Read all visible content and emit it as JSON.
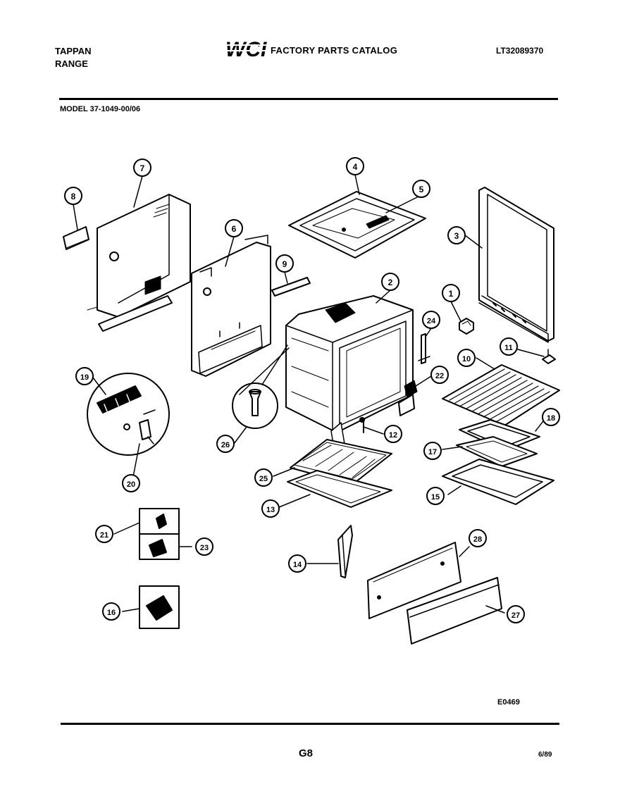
{
  "header": {
    "brand_line1": "TAPPAN",
    "brand_line2": "RANGE",
    "logo_text": "WCI",
    "catalog_title": "FACTORY PARTS CATALOG",
    "catalog_number": "LT32089370"
  },
  "model": "MODEL 37-1049-00/06",
  "diagram": {
    "code": "E0469",
    "callouts": [
      {
        "id": "c1",
        "label": "1"
      },
      {
        "id": "c2",
        "label": "2"
      },
      {
        "id": "c3",
        "label": "3"
      },
      {
        "id": "c4",
        "label": "4"
      },
      {
        "id": "c5",
        "label": "5"
      },
      {
        "id": "c6",
        "label": "6"
      },
      {
        "id": "c7",
        "label": "7"
      },
      {
        "id": "c8",
        "label": "8"
      },
      {
        "id": "c9",
        "label": "9"
      },
      {
        "id": "c10",
        "label": "10"
      },
      {
        "id": "c11",
        "label": "11"
      },
      {
        "id": "c12",
        "label": "12"
      },
      {
        "id": "c13",
        "label": "13"
      },
      {
        "id": "c14",
        "label": "14"
      },
      {
        "id": "c15",
        "label": "15"
      },
      {
        "id": "c16",
        "label": "16"
      },
      {
        "id": "c17",
        "label": "17"
      },
      {
        "id": "c18",
        "label": "18"
      },
      {
        "id": "c19",
        "label": "19"
      },
      {
        "id": "c20",
        "label": "20"
      },
      {
        "id": "c21",
        "label": "21"
      },
      {
        "id": "c22",
        "label": "22"
      },
      {
        "id": "c23",
        "label": "23"
      },
      {
        "id": "c24",
        "label": "24"
      },
      {
        "id": "c25",
        "label": "25"
      },
      {
        "id": "c26",
        "label": "26"
      },
      {
        "id": "c27",
        "label": "27"
      },
      {
        "id": "c28",
        "label": "28"
      }
    ]
  },
  "footer": {
    "page": "G8",
    "date": "6/89"
  }
}
